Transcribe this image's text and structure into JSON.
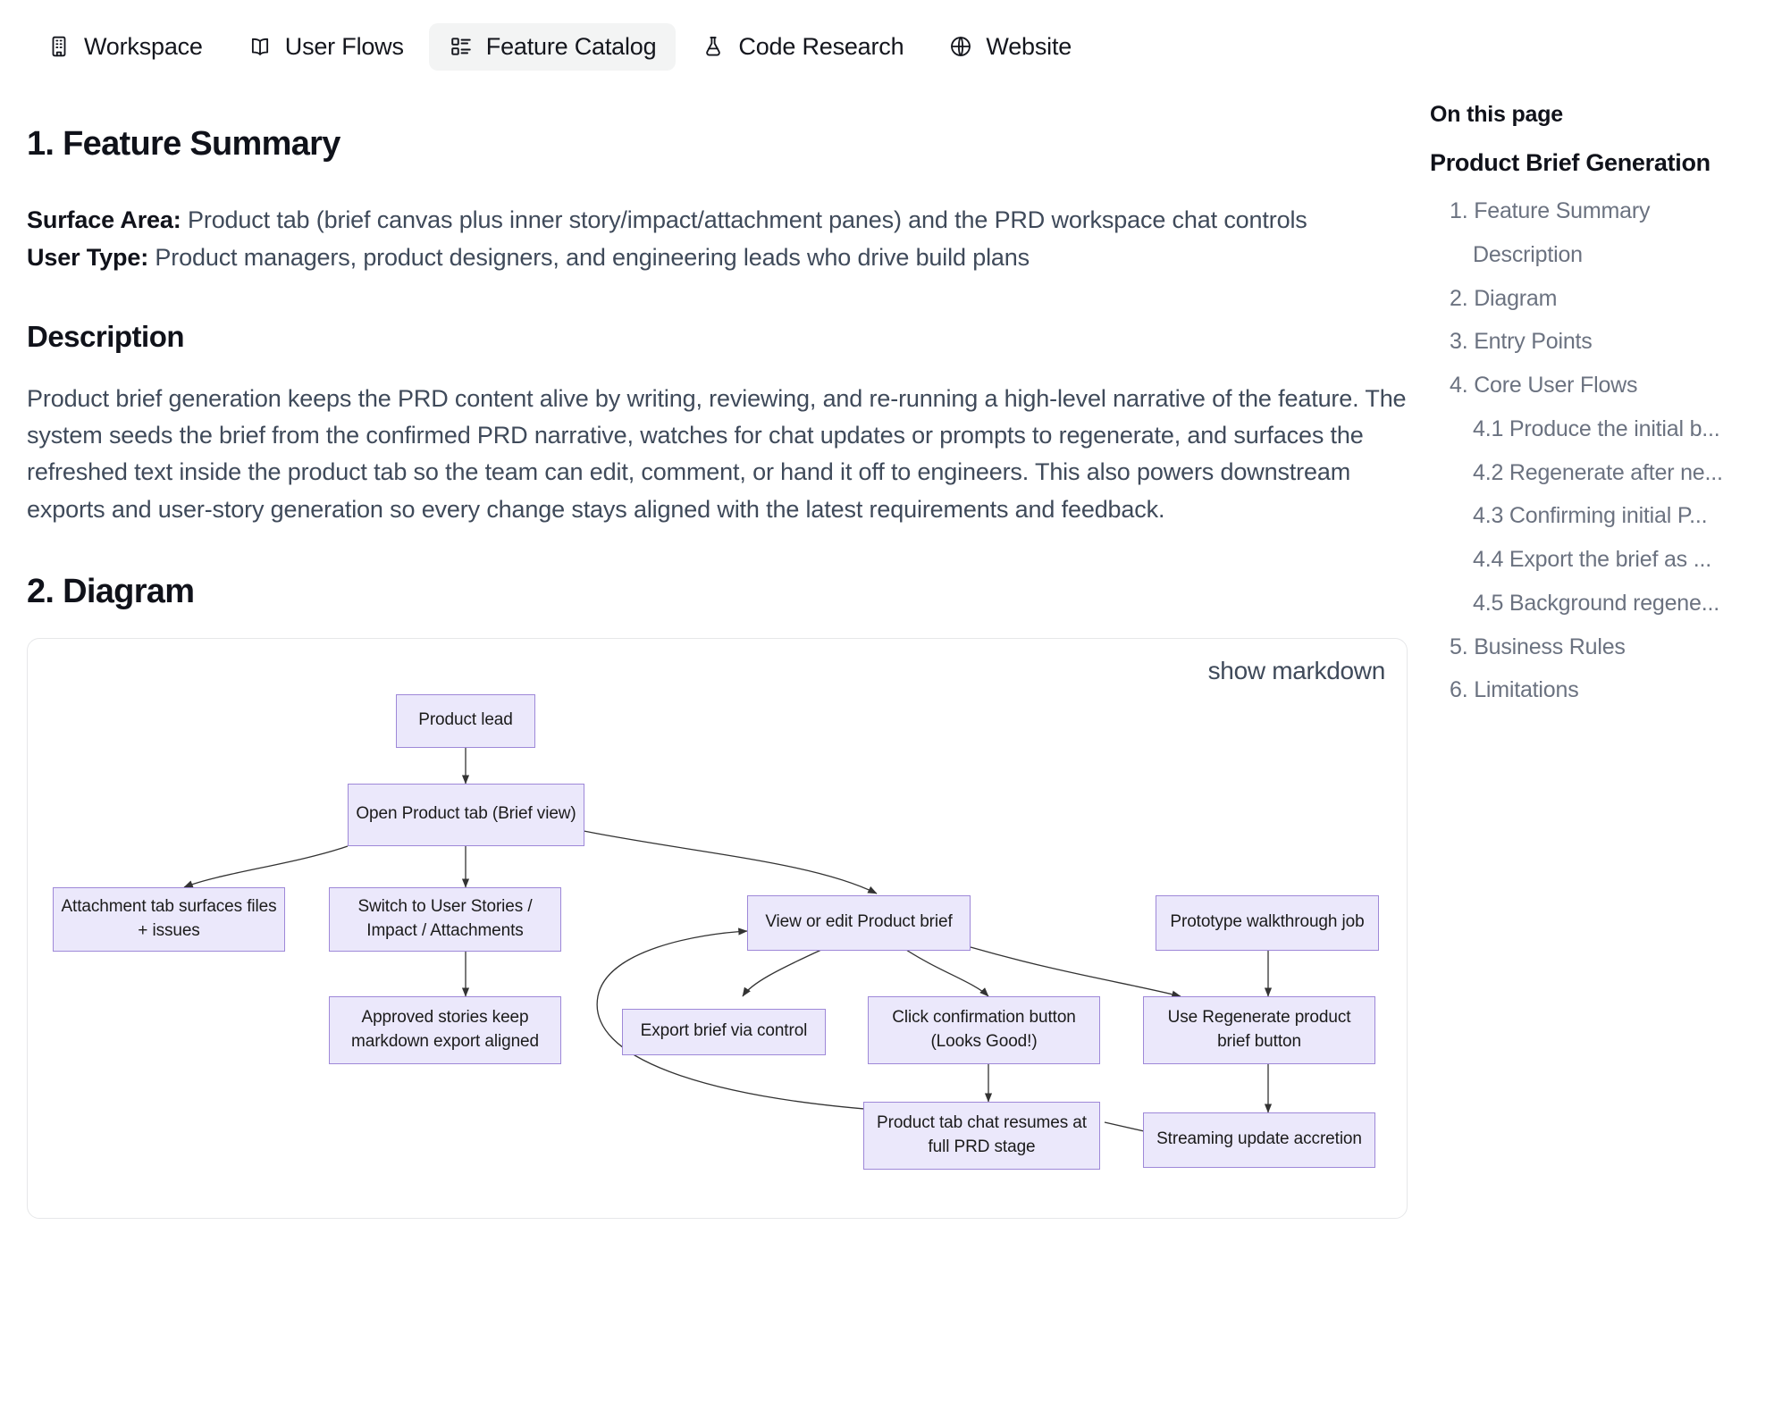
{
  "nav": {
    "tabs": [
      {
        "label": "Workspace",
        "icon": "building-icon",
        "active": false
      },
      {
        "label": "User Flows",
        "icon": "book-icon",
        "active": false
      },
      {
        "label": "Feature Catalog",
        "icon": "list-layout-icon",
        "active": true
      },
      {
        "label": "Code Research",
        "icon": "flask-icon",
        "active": false
      },
      {
        "label": "Website",
        "icon": "globe-icon",
        "active": false
      }
    ]
  },
  "toc": {
    "title": "On this page",
    "doc_title": "Product Brief Generation",
    "items": [
      {
        "label": "1. Feature Summary",
        "level": 1
      },
      {
        "label": "Description",
        "level": 1
      },
      {
        "label": "2. Diagram",
        "level": 1
      },
      {
        "label": "3. Entry Points",
        "level": 1
      },
      {
        "label": "4. Core User Flows",
        "level": 1
      },
      {
        "label": "4.1 Produce the initial b...",
        "level": 2
      },
      {
        "label": "4.2 Regenerate after ne...",
        "level": 2
      },
      {
        "label": "4.3 Confirming initial P...",
        "level": 2
      },
      {
        "label": "4.4 Export the brief as ...",
        "level": 2
      },
      {
        "label": "4.5 Background regene...",
        "level": 2
      },
      {
        "label": "5. Business Rules",
        "level": 1
      },
      {
        "label": "6. Limitations",
        "level": 1
      }
    ]
  },
  "feature_summary": {
    "heading": "1. Feature Summary",
    "surface_area_label": "Surface Area:",
    "surface_area_value": " Product tab (brief canvas plus inner story/impact/attachment panes) and the PRD workspace chat controls",
    "user_type_label": "User Type:",
    "user_type_value": " Product managers, product designers, and engineering leads who drive build plans"
  },
  "description": {
    "heading": "Description",
    "text": "Product brief generation keeps the PRD content alive by writing, reviewing, and re-running a high-level narrative of the feature. The system seeds the brief from the confirmed PRD narrative, watches for chat updates or prompts to regenerate, and surfaces the refreshed text inside the product tab so the team can edit, comment, or hand it off to engineers. This also powers downstream exports and user-story generation so every change stays aligned with the latest requirements and feedback."
  },
  "diagram": {
    "heading": "2. Diagram",
    "show_markdown_label": "show markdown",
    "node_fill": "#ebe8fb",
    "node_border": "#9e88d8",
    "nodes": [
      {
        "id": "product-lead",
        "label": "Product lead"
      },
      {
        "id": "open-product-tab",
        "label": "Open Product tab (Brief view)"
      },
      {
        "id": "attachment-tab",
        "label": "Attachment tab surfaces files + issues"
      },
      {
        "id": "switch-user-stories",
        "label": "Switch to User Stories / Impact / Attachments"
      },
      {
        "id": "view-edit-brief",
        "label": "View or edit Product brief"
      },
      {
        "id": "prototype-job",
        "label": "Prototype walkthrough job"
      },
      {
        "id": "approved-stories",
        "label": "Approved stories keep markdown export aligned"
      },
      {
        "id": "export-brief",
        "label": "Export brief via control"
      },
      {
        "id": "click-confirmation",
        "label": "Click confirmation button (Looks Good!)"
      },
      {
        "id": "use-regenerate",
        "label": "Use Regenerate product brief button"
      },
      {
        "id": "chat-resumes",
        "label": "Product tab chat resumes at full PRD stage"
      },
      {
        "id": "streaming-update",
        "label": "Streaming update accretion"
      }
    ],
    "edges": [
      {
        "from": "product-lead",
        "to": "open-product-tab"
      },
      {
        "from": "open-product-tab",
        "to": "attachment-tab"
      },
      {
        "from": "open-product-tab",
        "to": "switch-user-stories"
      },
      {
        "from": "open-product-tab",
        "to": "view-edit-brief"
      },
      {
        "from": "switch-user-stories",
        "to": "approved-stories"
      },
      {
        "from": "view-edit-brief",
        "to": "export-brief"
      },
      {
        "from": "view-edit-brief",
        "to": "click-confirmation"
      },
      {
        "from": "view-edit-brief",
        "to": "use-regenerate"
      },
      {
        "from": "prototype-job",
        "to": "use-regenerate"
      },
      {
        "from": "click-confirmation",
        "to": "chat-resumes"
      },
      {
        "from": "use-regenerate",
        "to": "streaming-update"
      },
      {
        "from": "chat-resumes",
        "to": "streaming-update"
      },
      {
        "from": "chat-resumes",
        "to": "view-edit-brief"
      }
    ]
  }
}
